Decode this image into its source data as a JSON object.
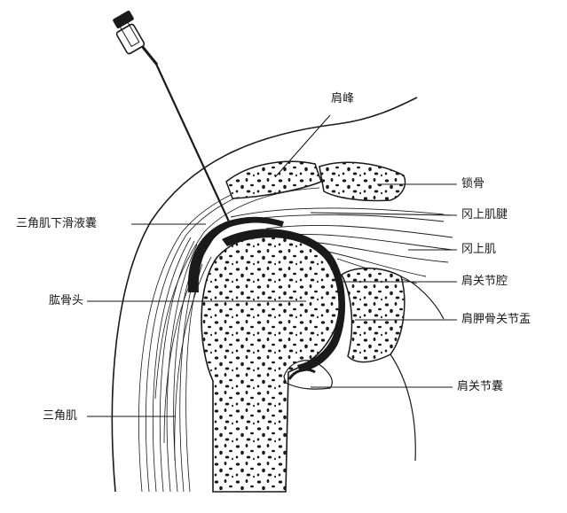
{
  "labels": {
    "acromion": "肩峰",
    "clavicle": "锁骨",
    "supraspinatus_tendon": "冈上肌腱",
    "supraspinatus": "冈上肌",
    "subdeltoid_bursa": "三角肌下滑液囊",
    "joint_cavity": "肩关节腔",
    "humeral_head": "肱骨头",
    "glenoid": "肩胛骨关节盂",
    "capsule": "肩关节囊",
    "deltoid": "三角肌"
  },
  "icons": {
    "needle": "syringe-needle-icon"
  },
  "colors": {
    "ink": "#1a1a1a",
    "background": "#ffffff"
  }
}
